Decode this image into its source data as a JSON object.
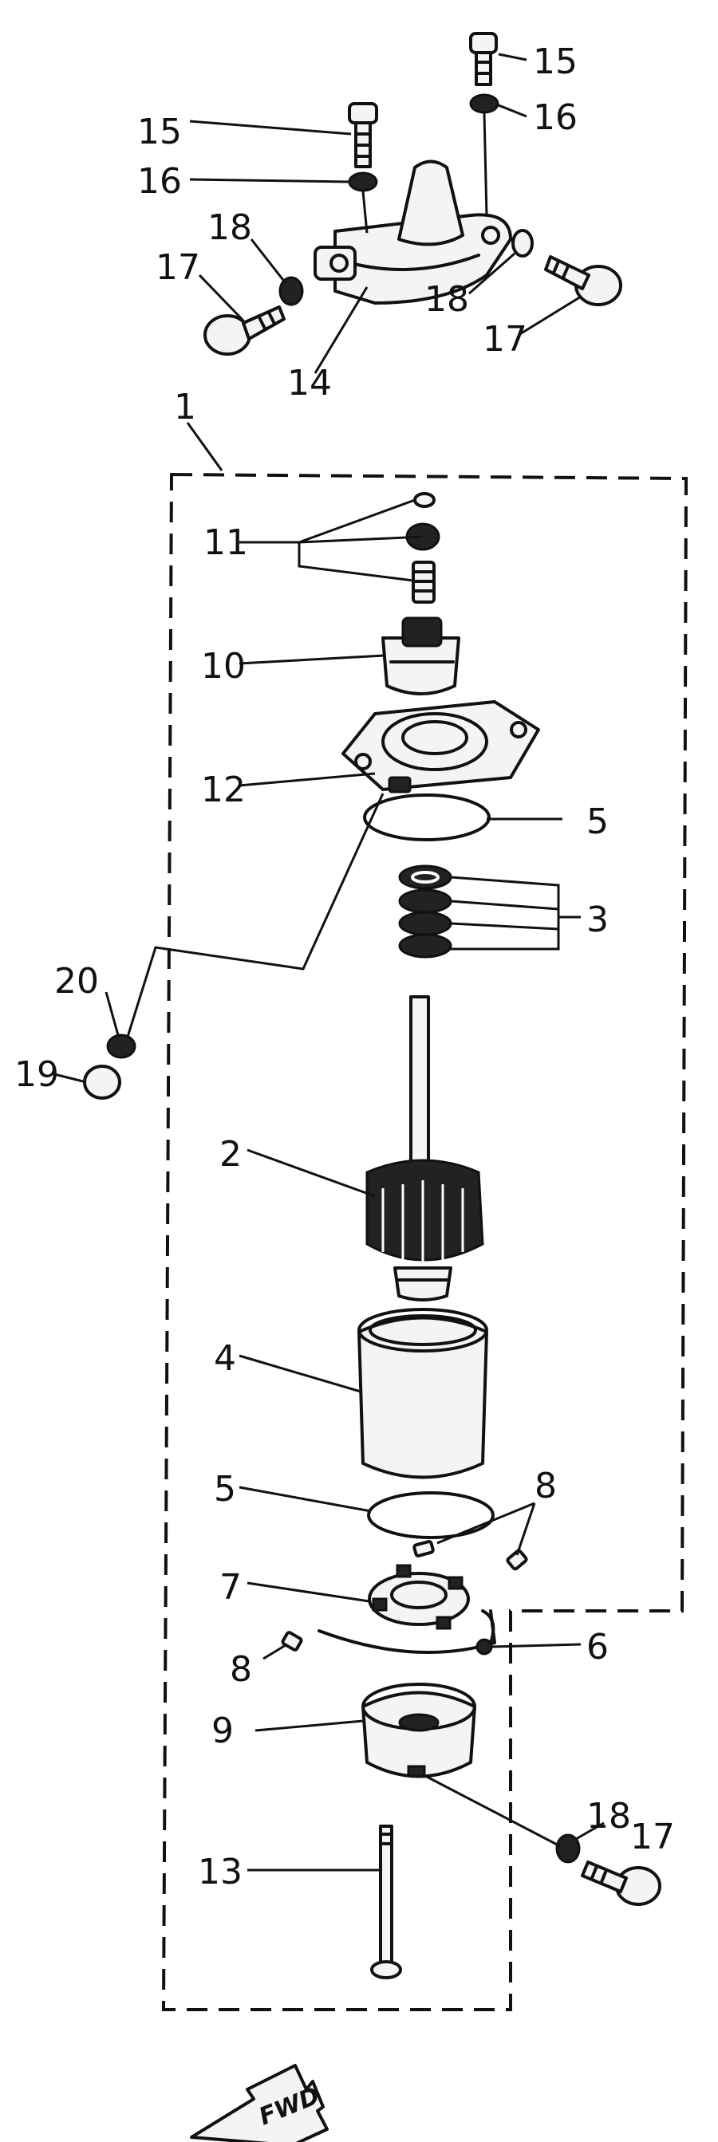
{
  "diagram": {
    "callouts": {
      "c1": "1",
      "c2": "2",
      "c3": "3",
      "c4": "4",
      "c5a": "5",
      "c5b": "5",
      "c6": "6",
      "c7": "7",
      "c8a": "8",
      "c8b": "8",
      "c9": "9",
      "c10": "10",
      "c11": "11",
      "c12": "12",
      "c13": "13",
      "c14": "14",
      "c15a": "15",
      "c15b": "15",
      "c16a": "16",
      "c16b": "16",
      "c17a": "17",
      "c17b": "17",
      "c17c": "17",
      "c18a": "18",
      "c18b": "18",
      "c18c": "18",
      "c19": "19",
      "c20": "20"
    },
    "badge": "FWD"
  }
}
